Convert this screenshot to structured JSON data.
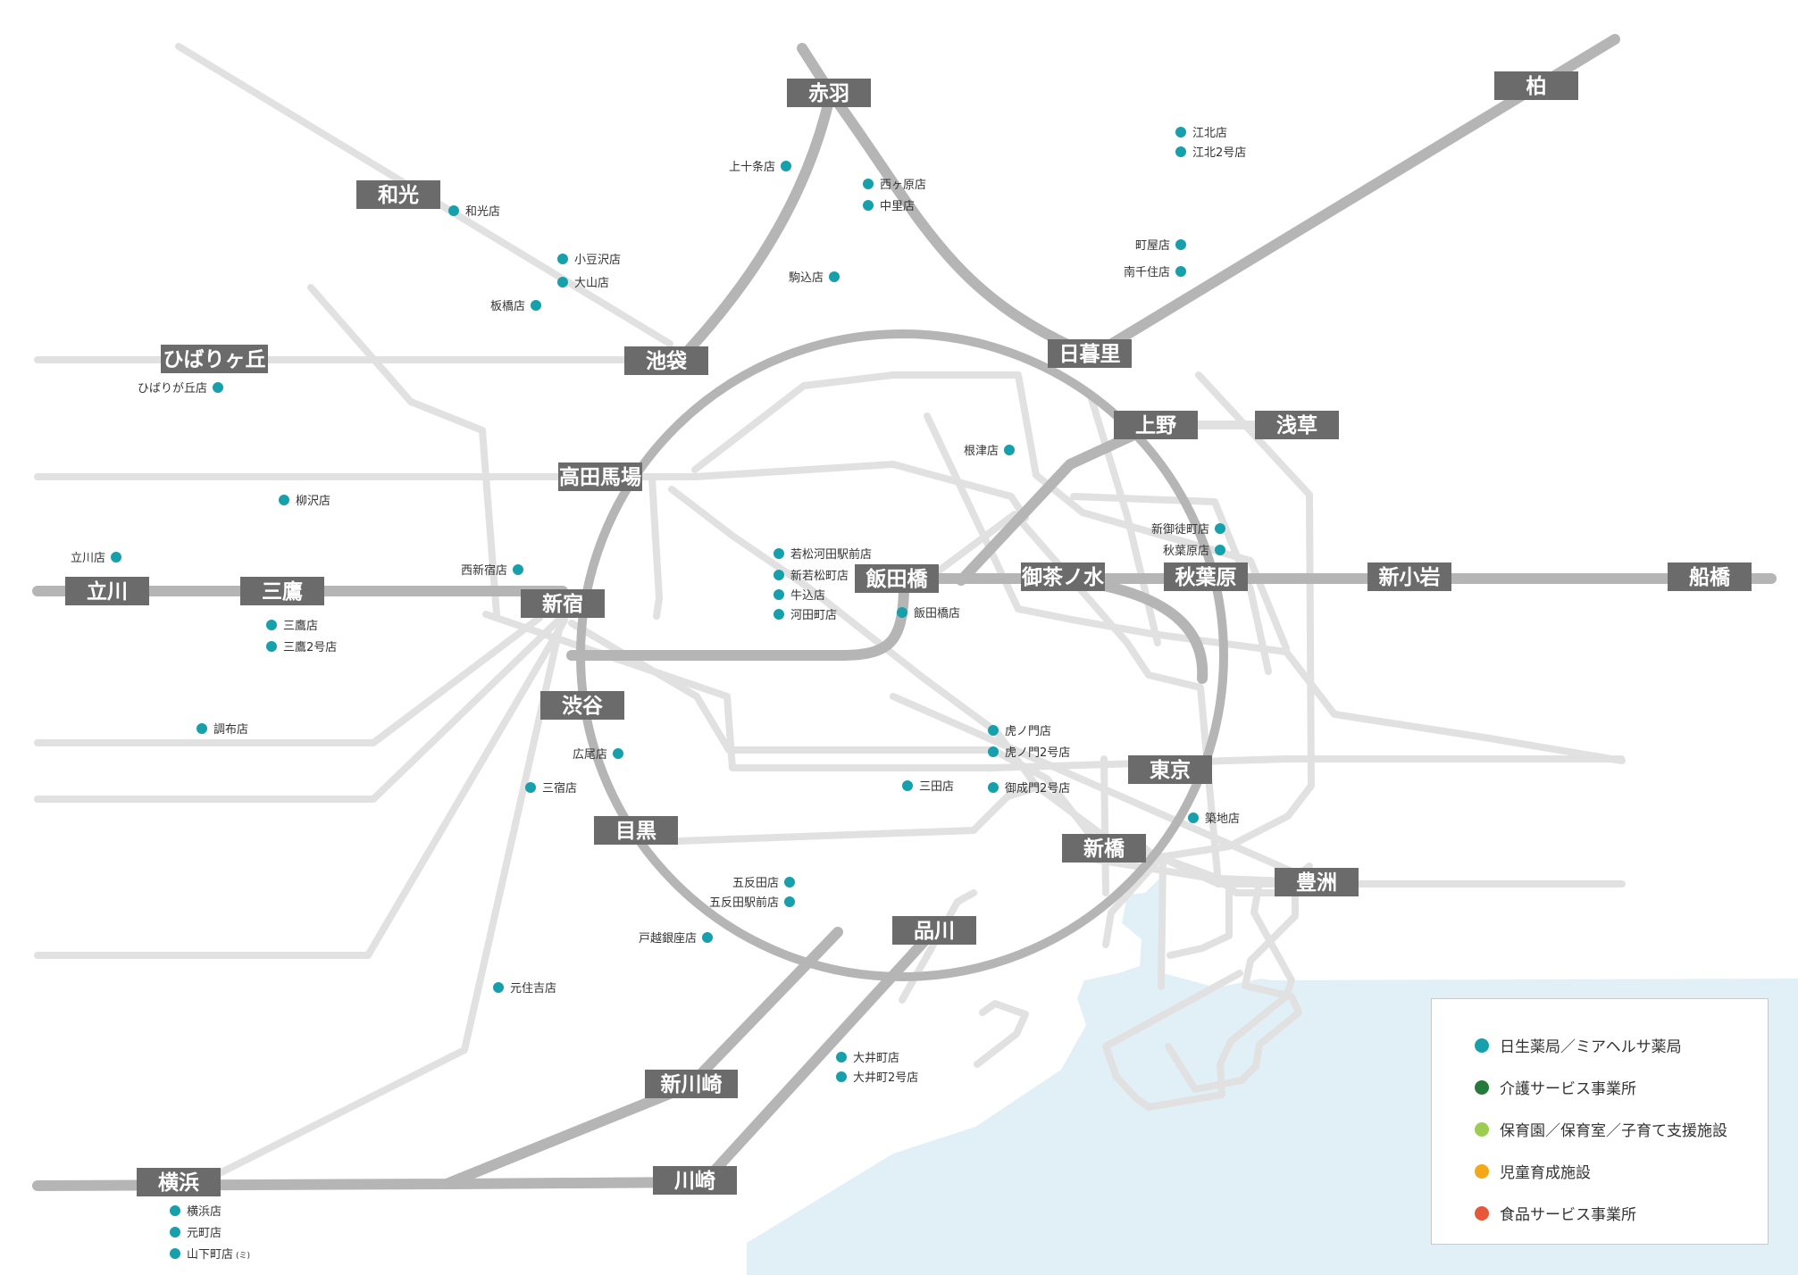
{
  "colors": {
    "major_line": "#b5b5b5",
    "minor_line": "#e1e1e1",
    "station_box": "#6b6b6b",
    "station_text": "#ffffff",
    "water": "#e1f0f7",
    "water_land_line": "#e1e1e1",
    "store_dot": "#16a0ab",
    "store_text": "#333333"
  },
  "stations": [
    {
      "id": "akabane",
      "label": "赤羽"
    },
    {
      "id": "kashiwa",
      "label": "柏"
    },
    {
      "id": "wako",
      "label": "和光"
    },
    {
      "id": "hibarigaoka",
      "label": "ひばりヶ丘"
    },
    {
      "id": "ikebukuro",
      "label": "池袋"
    },
    {
      "id": "nippori",
      "label": "日暮里"
    },
    {
      "id": "ueno",
      "label": "上野"
    },
    {
      "id": "asakusa",
      "label": "浅草"
    },
    {
      "id": "takadanobaba",
      "label": "高田馬場"
    },
    {
      "id": "tachikawa",
      "label": "立川"
    },
    {
      "id": "mitaka",
      "label": "三鷹"
    },
    {
      "id": "shinjuku",
      "label": "新宿"
    },
    {
      "id": "iidabashi",
      "label": "飯田橋"
    },
    {
      "id": "ochanomizu",
      "label": "御茶ノ水"
    },
    {
      "id": "akihabara",
      "label": "秋葉原"
    },
    {
      "id": "shinkoiwa",
      "label": "新小岩"
    },
    {
      "id": "funabashi",
      "label": "船橋"
    },
    {
      "id": "shibuya",
      "label": "渋谷"
    },
    {
      "id": "tokyo",
      "label": "東京"
    },
    {
      "id": "meguro",
      "label": "目黒"
    },
    {
      "id": "shinbashi",
      "label": "新橋"
    },
    {
      "id": "toyosu",
      "label": "豊洲"
    },
    {
      "id": "shinagawa",
      "label": "品川"
    },
    {
      "id": "shinkawasaki",
      "label": "新川崎"
    },
    {
      "id": "yokohama",
      "label": "横浜"
    },
    {
      "id": "kawasaki",
      "label": "川崎"
    }
  ],
  "stores": [
    {
      "id": "kamijujo",
      "label": "上十条店"
    },
    {
      "id": "nishigahara",
      "label": "西ヶ原店"
    },
    {
      "id": "nakazato",
      "label": "中里店"
    },
    {
      "id": "kohoku",
      "label": "江北店"
    },
    {
      "id": "kohoku2",
      "label": "江北2号店"
    },
    {
      "id": "wako-store",
      "label": "和光店"
    },
    {
      "id": "kozukuzawa",
      "label": "小豆沢店"
    },
    {
      "id": "oyama",
      "label": "大山店"
    },
    {
      "id": "itabashi",
      "label": "板橋店"
    },
    {
      "id": "komagome",
      "label": "駒込店"
    },
    {
      "id": "machiya",
      "label": "町屋店"
    },
    {
      "id": "minamisenju",
      "label": "南千住店"
    },
    {
      "id": "hibarigaoka-store",
      "label": "ひばりが丘店"
    },
    {
      "id": "nezu",
      "label": "根津店"
    },
    {
      "id": "yanagisawa",
      "label": "柳沢店"
    },
    {
      "id": "shinokachimachi",
      "label": "新御徒町店"
    },
    {
      "id": "akihabara-store",
      "label": "秋葉原店"
    },
    {
      "id": "tachikawa-store",
      "label": "立川店"
    },
    {
      "id": "nishishinjuku",
      "label": "西新宿店"
    },
    {
      "id": "wakamatsukawada",
      "label": "若松河田駅前店"
    },
    {
      "id": "shinwakamatsu",
      "label": "新若松町店"
    },
    {
      "id": "ushigome",
      "label": "牛込店"
    },
    {
      "id": "kawadacho",
      "label": "河田町店"
    },
    {
      "id": "iidabashi-store",
      "label": "飯田橋店"
    },
    {
      "id": "mitaka-store",
      "label": "三鷹店"
    },
    {
      "id": "mitaka2",
      "label": "三鷹2号店"
    },
    {
      "id": "chofu",
      "label": "調布店"
    },
    {
      "id": "toranomon",
      "label": "虎ノ門店"
    },
    {
      "id": "toranomon2",
      "label": "虎ノ門2号店"
    },
    {
      "id": "hiroo",
      "label": "広尾店"
    },
    {
      "id": "sangenjaya",
      "label": "三宿店"
    },
    {
      "id": "mita",
      "label": "三田店"
    },
    {
      "id": "onarimon2",
      "label": "御成門2号店"
    },
    {
      "id": "tsukiji",
      "label": "築地店"
    },
    {
      "id": "gotanda",
      "label": "五反田店"
    },
    {
      "id": "gotanda-ekimae",
      "label": "五反田駅前店"
    },
    {
      "id": "togoshiginza",
      "label": "戸越銀座店"
    },
    {
      "id": "motosumiyoshi",
      "label": "元住吉店"
    },
    {
      "id": "oimachi",
      "label": "大井町店"
    },
    {
      "id": "oimachi2",
      "label": "大井町2号店"
    },
    {
      "id": "yokohama-store",
      "label": "横浜店"
    },
    {
      "id": "motomachi",
      "label": "元町店"
    },
    {
      "id": "yamashitacho",
      "label": "山下町店",
      "suffix": "(ミ)"
    }
  ],
  "legend": {
    "items": [
      {
        "label": "日生薬局／ミアヘルサ薬局",
        "color": "#16a0ab"
      },
      {
        "label": "介護サービス事業所",
        "color": "#237a3b"
      },
      {
        "label": "保育園／保育室／子育て支援施設",
        "color": "#9ccc50"
      },
      {
        "label": "児童育成施設",
        "color": "#f5a817"
      },
      {
        "label": "食品サービス事業所",
        "color": "#e8573a"
      }
    ]
  }
}
